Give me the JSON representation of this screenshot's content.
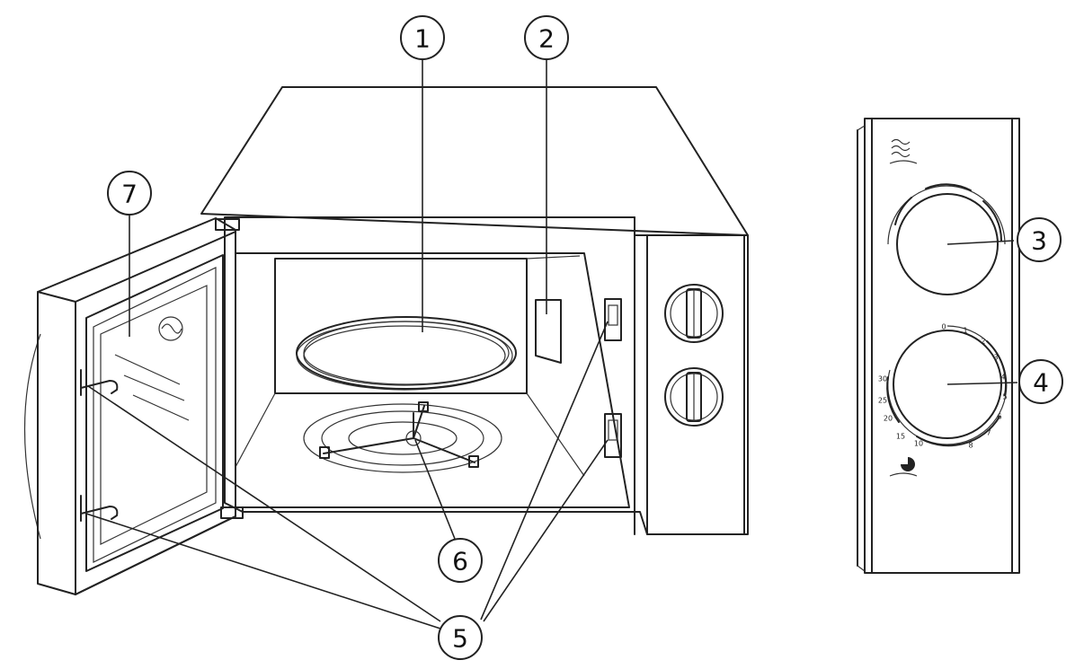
{
  "callouts": [
    {
      "id": "1",
      "label": "1"
    },
    {
      "id": "2",
      "label": "2"
    },
    {
      "id": "3",
      "label": "3"
    },
    {
      "id": "4",
      "label": "4"
    },
    {
      "id": "5",
      "label": "5"
    },
    {
      "id": "6",
      "label": "6"
    },
    {
      "id": "7",
      "label": "7"
    }
  ],
  "timer_dial": {
    "scale_labels": [
      "0",
      "1",
      "2",
      "3",
      "4",
      "5",
      "6",
      "7",
      "8",
      "10",
      "15",
      "20",
      "25",
      "30"
    ]
  }
}
